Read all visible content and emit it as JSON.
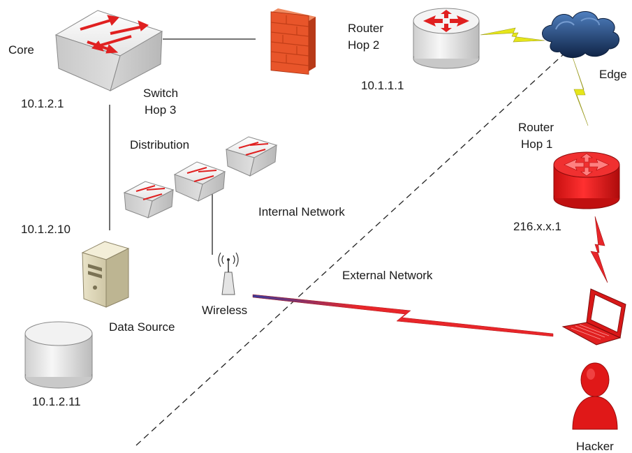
{
  "labels": {
    "core": "Core",
    "core_ip": "10.1.2.1",
    "switch_line1": "Switch",
    "switch_line2": "Hop 3",
    "router2_line1": "Router",
    "router2_line2": "Hop 2",
    "router2_ip": "10.1.1.1",
    "edge": "Edge",
    "router1_line1": "Router",
    "router1_line2": "Hop 1",
    "router1_ip": "216.x.x.1",
    "distribution": "Distribution",
    "internal_network": "Internal Network",
    "external_network": "External Network",
    "server_ip": "10.1.2.10",
    "data_source": "Data Source",
    "wireless": "Wireless",
    "db_ip": "10.1.2.11",
    "hacker": "Hacker"
  },
  "colors": {
    "attack_red": "#e8262a",
    "wan_yellow": "#e6e61a",
    "firewall": "#e8552a",
    "cloud": "#1d3f73",
    "switch_gray": "#dcdcdc"
  },
  "icons": [
    "switch-icon",
    "firewall-icon",
    "router-icon",
    "cloud-icon",
    "server-icon",
    "database-icon",
    "access-point-icon",
    "laptop-icon",
    "person-icon"
  ]
}
